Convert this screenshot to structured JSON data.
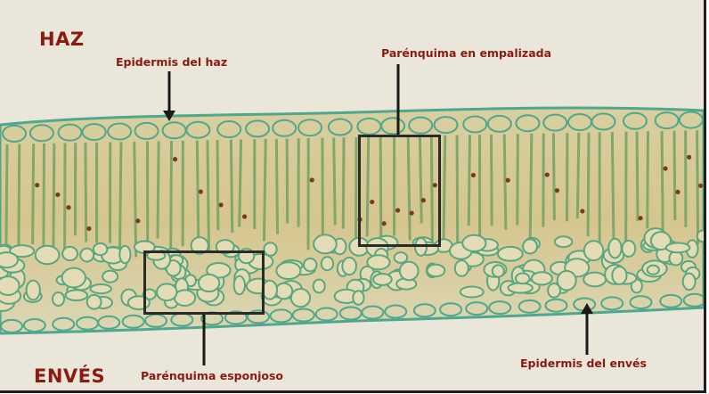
{
  "labels": {
    "top_side": "HAZ",
    "bottom_side": "ENVÉS",
    "upper_epidermis": "Epidermis del haz",
    "palisade": "Parénquima en empalizada",
    "spongy": "Parénquima esponjoso",
    "lower_epidermis": "Epidermis del envés"
  },
  "colors": {
    "label_text": "#8b1a10",
    "background": "#e9e6d9",
    "cell_walls": "#4fa88d",
    "chloroplasts": "#7a3a1e"
  }
}
